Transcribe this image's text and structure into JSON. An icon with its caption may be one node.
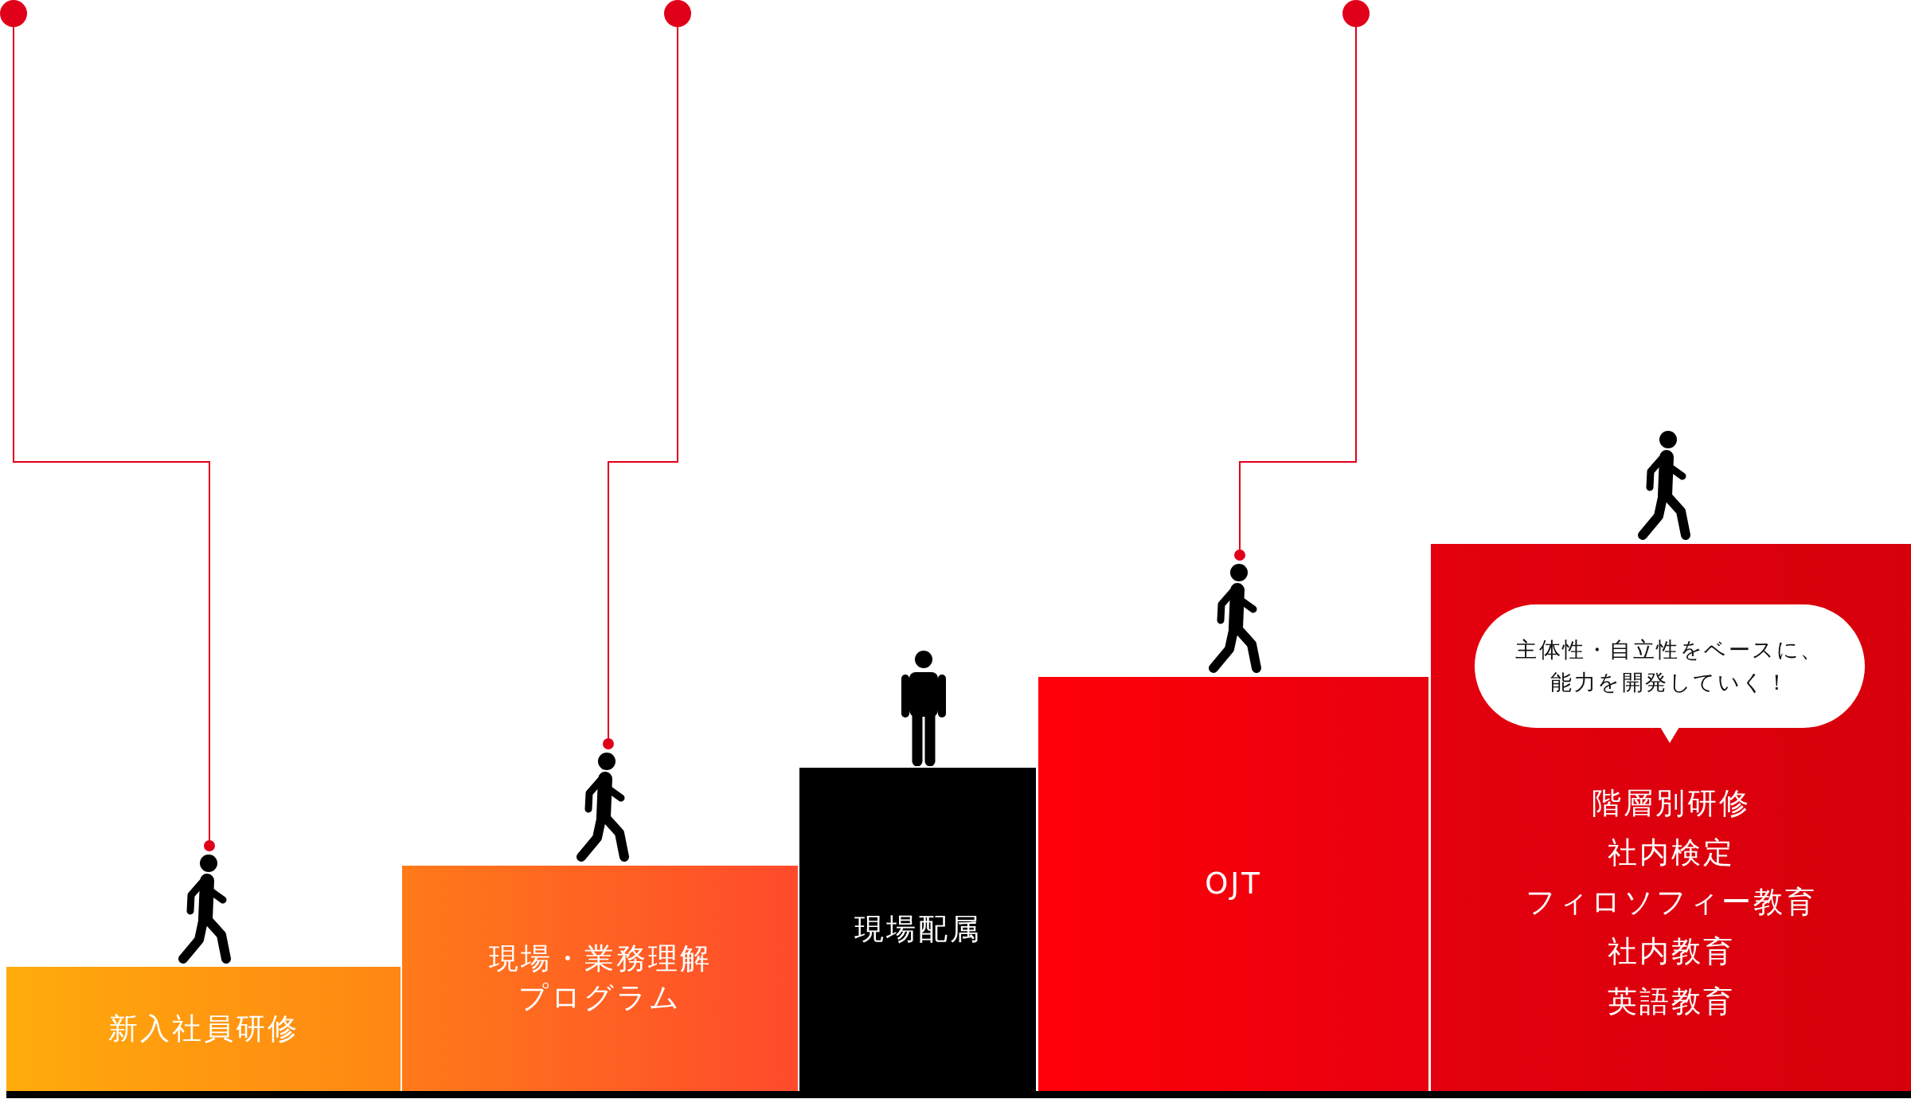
{
  "diagram": {
    "nodes": [
      {
        "text": [
          "新入社員研修"
        ]
      },
      {
        "text": [
          "現場・業務理解プログラム"
        ]
      },
      {
        "text": [
          "現場配属"
        ]
      },
      {
        "text": [
          "OJT"
        ]
      },
      {
        "text": [
          "階層別研修",
          "社内検定",
          "フィロソフィー教育",
          "社内教育",
          "英語教育"
        ]
      },
      {
        "text": [
          "主体性・自立性をベースに、能力を開発していく！"
        ],
        "in": 4
      },
      {
        "text": [],
        "shape": "person"
      },
      {
        "text": [],
        "shape": "person"
      },
      {
        "text": [],
        "shape": "person"
      },
      {
        "text": [],
        "shape": "person"
      },
      {
        "text": [],
        "shape": "person"
      }
    ],
    "edges": [
      {
        "from": null,
        "to": 6,
        "arrow": "other"
      },
      {
        "from": null,
        "to": 7,
        "arrow": "other"
      },
      {
        "from": null,
        "to": 9,
        "arrow": "other"
      }
    ]
  }
}
